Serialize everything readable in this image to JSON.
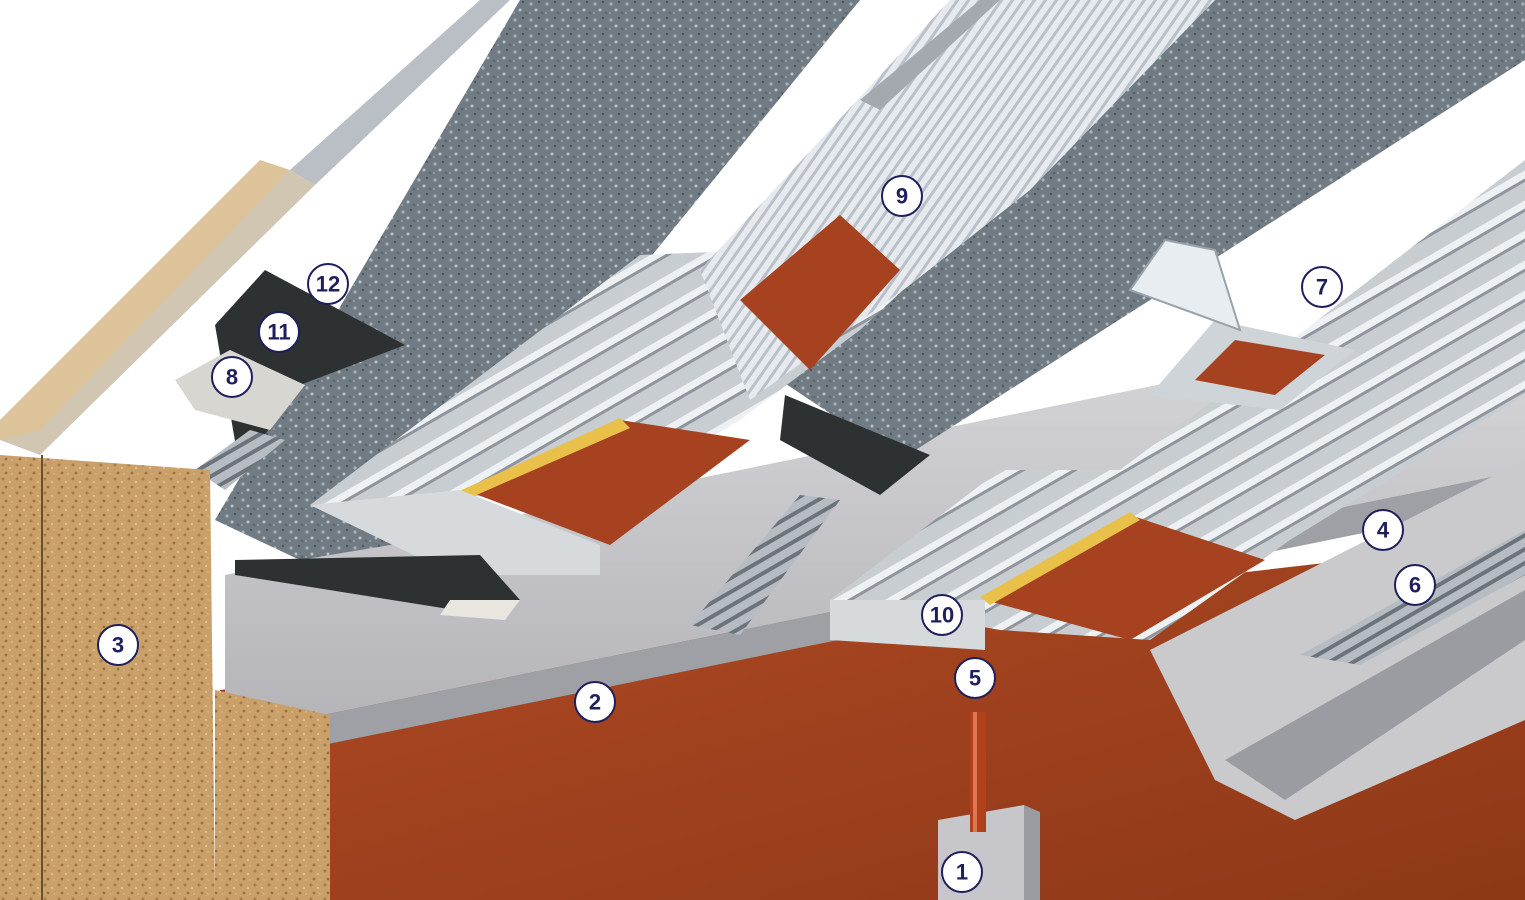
{
  "callouts": {
    "c1": "1",
    "c2": "2",
    "c3": "3",
    "c4": "4",
    "c5": "5",
    "c6": "6",
    "c7": "7",
    "c8": "8",
    "c9": "9",
    "c10": "10",
    "c11": "11",
    "c12": "12"
  },
  "colors": {
    "background": "#ffffff",
    "interior_brick": "#a6421f",
    "chipboard": "#c9a06a",
    "gravel": "#6f7a82",
    "metal_sheet": "#c9ced3",
    "concrete": "#cfcfd2",
    "membrane_black": "#2d3132",
    "insulation_yellow": "#e9c14a",
    "callout_ink": "#1e1f5c"
  }
}
